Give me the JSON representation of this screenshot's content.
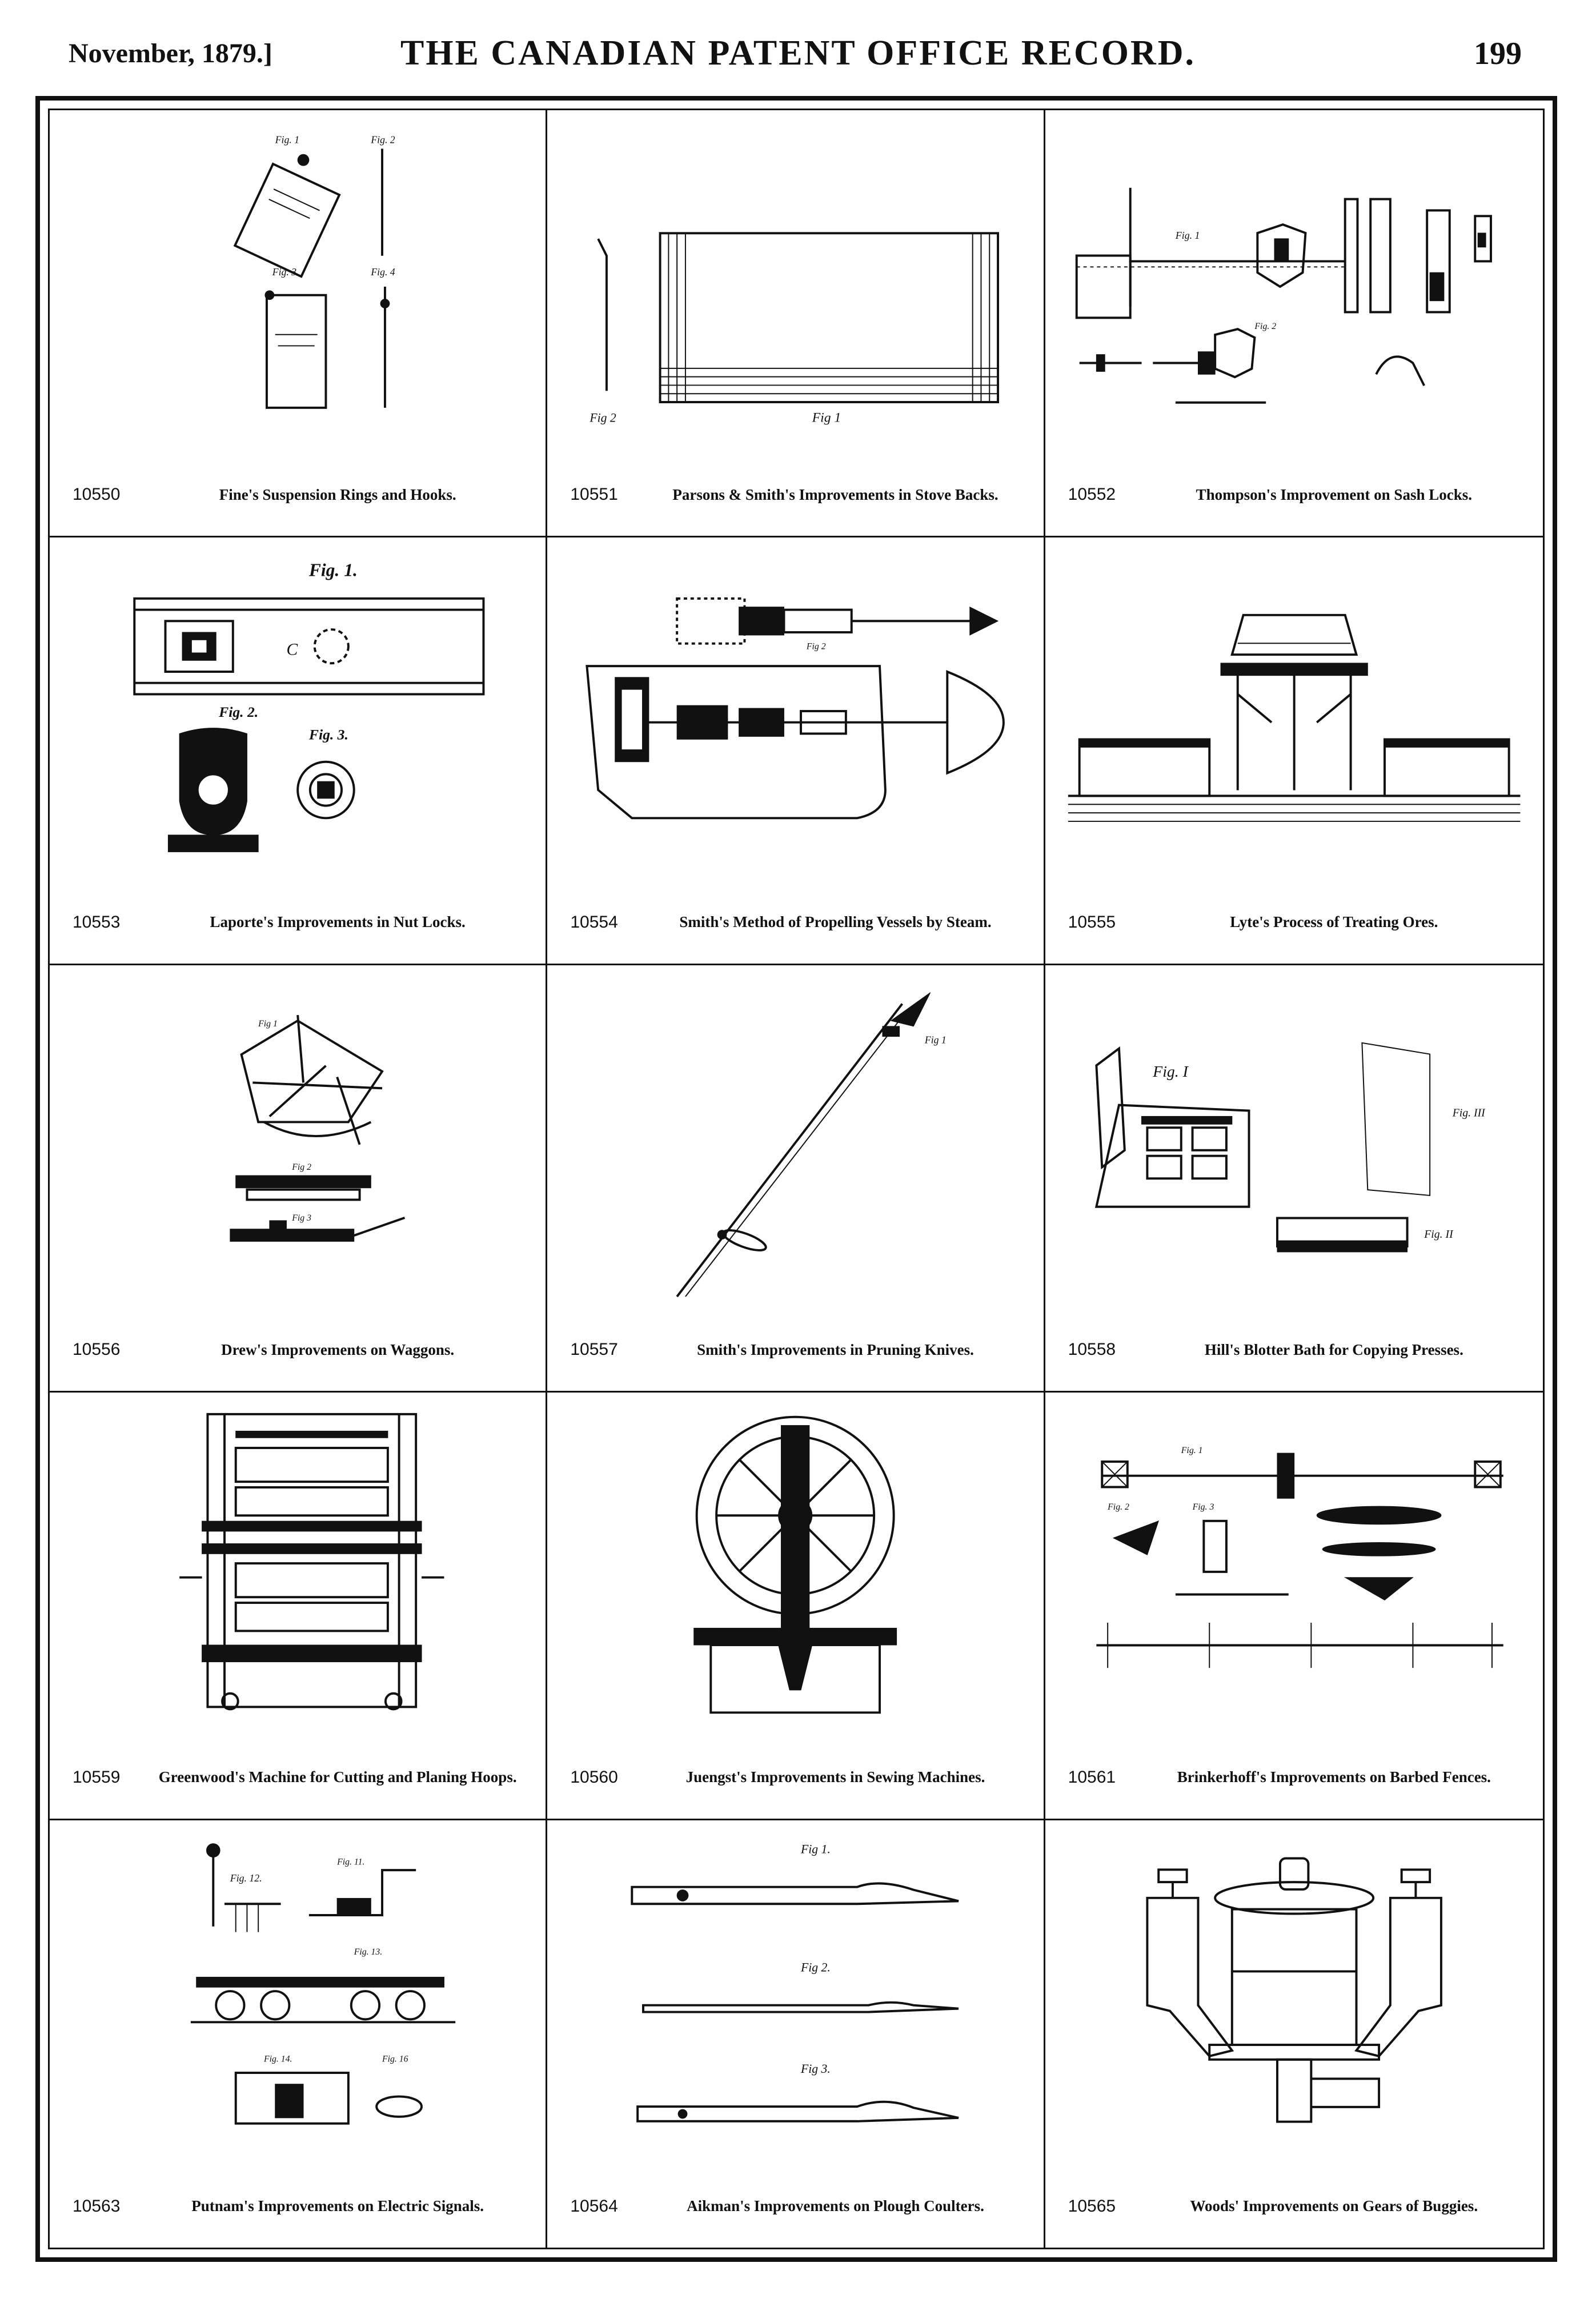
{
  "header": {
    "date": "November, 1879.]",
    "title": "THE CANADIAN PATENT OFFICE RECORD.",
    "page": "199"
  },
  "entries": [
    {
      "number": "10550",
      "title": "Fine's Suspension Rings and Hooks.",
      "figure_labels": [
        "Fig. 1",
        "Fig. 2",
        "Fig. 3",
        "Fig. 4"
      ]
    },
    {
      "number": "10551",
      "title": "Parsons & Smith's Improvements in Stove Backs.",
      "figure_labels": [
        "Fig 2",
        "Fig 1"
      ]
    },
    {
      "number": "10552",
      "title": "Thompson's Improvement on Sash Locks.",
      "figure_labels": [
        "Fig. 1",
        "Fig. 2"
      ]
    },
    {
      "number": "10553",
      "title": "Laporte's Improvements in Nut Locks.",
      "figure_labels": [
        "Fig. 1.",
        "Fig. 2.",
        "Fig. 3."
      ]
    },
    {
      "number": "10554",
      "title": "Smith's Method of Propelling Vessels by Steam.",
      "figure_labels": [
        "Fig 2"
      ]
    },
    {
      "number": "10555",
      "title": "Lyte's Process of Treating Ores.",
      "figure_labels": []
    },
    {
      "number": "10556",
      "title": "Drew's Improvements on Waggons.",
      "figure_labels": [
        "Fig 1",
        "Fig 2",
        "Fig 3"
      ]
    },
    {
      "number": "10557",
      "title": "Smith's Improvements in Pruning Knives.",
      "figure_labels": [
        "Fig 1"
      ]
    },
    {
      "number": "10558",
      "title": "Hill's Blotter Bath for Copying Presses.",
      "figure_labels": [
        "Fig. I",
        "Fig. III",
        "Fig. II"
      ]
    },
    {
      "number": "10559",
      "title": "Greenwood's Machine for Cutting and Planing Hoops.",
      "figure_labels": []
    },
    {
      "number": "10560",
      "title": "Juengst's Improvements in Sewing Machines.",
      "figure_labels": []
    },
    {
      "number": "10561",
      "title": "Brinkerhoff's Improvements on Barbed Fences.",
      "figure_labels": [
        "Fig. 1",
        "Fig. 2",
        "Fig. 3"
      ]
    },
    {
      "number": "10563",
      "title": "Putnam's Improvements on Electric Signals.",
      "figure_labels": [
        "Fig. 12.",
        "Fig. 11.",
        "Fig. 13.",
        "Fig. 14.",
        "Fig. 16"
      ]
    },
    {
      "number": "10564",
      "title": "Aikman's Improvements on Plough Coulters.",
      "figure_labels": [
        "Fig 1.",
        "Fig 2.",
        "Fig 3."
      ]
    },
    {
      "number": "10565",
      "title": "Woods' Improvements on Gears of Buggies.",
      "figure_labels": []
    }
  ],
  "icons": [
    "patent-drawing-icon"
  ]
}
